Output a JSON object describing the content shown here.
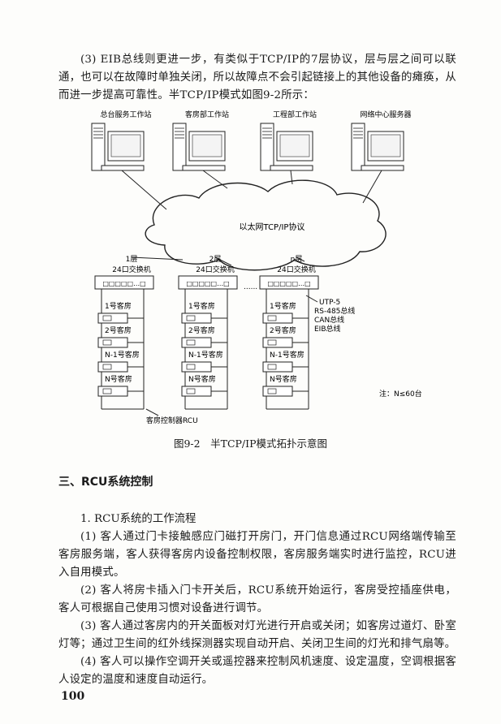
{
  "intro_paragraph": "(3) EIB总线则更进一步，有类似于TCP/IP的7层协议，层与层之间可以联通，也可以在故障时单独关闭，所以故障点不会引起链接上的其他设备的瘫痪，从而进一步提高可靠性。半TCP/IP模式如图9-2所示：",
  "diagram": {
    "workstations": [
      "总台服务工作站",
      "客房部工作站",
      "工程部工作站",
      "网络中心服务器"
    ],
    "network_label": "以太网TCP/IP协议",
    "floors": [
      {
        "floor": "1层",
        "switch": "24口交换机"
      },
      {
        "floor": "2层",
        "switch": "24口交换机"
      },
      {
        "floor": "n层",
        "switch": "24口交换机"
      }
    ],
    "ellipsis": "......",
    "port_label": "□□□□□…□",
    "rooms": [
      "1号客房",
      "2号客房",
      "N-1号客房",
      "N号客房"
    ],
    "bus_labels": [
      "UTP-5",
      "RS-485总线",
      "CAN总线",
      "EIB总线"
    ],
    "rcu_label": "客房控制器RCU",
    "note": "注：N≤60台"
  },
  "figure_caption": "图9-2　半TCP/IP模式拓扑示意图",
  "section_heading": "三、RCU系统控制",
  "subsection_heading": "1. RCU系统的工作流程",
  "paragraphs": [
    "(1) 客人通过门卡接触感应门磁打开房门，开门信息通过RCU网络端传输至客房服务端，客人获得客房内设备控制权限，客房服务端实时进行监控，RCU进入自用模式。",
    "(2) 客人将房卡插入门卡开关后，RCU系统开始运行，客房受控插座供电，客人可根据自己使用习惯对设备进行调节。",
    "(3) 客人通过客房内的开关面板对灯光进行开启或关闭；如客房过道灯、卧室灯等；通过卫生间的红外线探测器实现自动开启、关闭卫生间的灯光和排气扇等。",
    "(4) 客人可以操作空调开关或遥控器来控制风机速度、设定温度，空调根据客人设定的温度和速度自动运行。"
  ],
  "page_number": "100"
}
